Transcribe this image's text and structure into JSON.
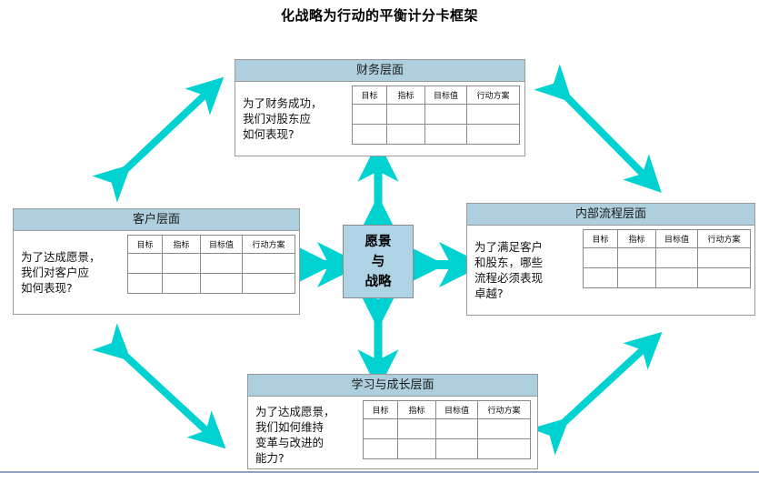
{
  "page": {
    "title": "化战略为行动的平衡计分卡框架",
    "accent_color": "#00d2d2",
    "header_fill": "#aed0de",
    "vision_fill": "#aed3e4",
    "border_color": "#9a9a9a",
    "divider_color": "#8fa4bf"
  },
  "center": {
    "name": "vision-and-strategy",
    "line1": "愿景",
    "line2": "与",
    "line3": "战略"
  },
  "table_headers": [
    "目标",
    "指标",
    "目标值",
    "行动方案"
  ],
  "table_empty_rows": 2,
  "perspectives": [
    {
      "id": "financial",
      "title": "财务层面",
      "question": "为了财务成功，\n我们对股东应\n如何表现?"
    },
    {
      "id": "customer",
      "title": "客户层面",
      "question": "为了达成愿景，\n我们对客户应\n如何表现?"
    },
    {
      "id": "internal",
      "title": "内部流程层面",
      "question": "为了满足客户\n和股东，哪些\n流程必须表现\n卓越?"
    },
    {
      "id": "learning",
      "title": "学习与成长层面",
      "question": "为了达成愿景，\n我们如何维持\n变革与改进的\n能力?"
    }
  ],
  "connectors": [
    {
      "name": "arrow-center-to-financial",
      "orientation": "vertical"
    },
    {
      "name": "arrow-center-to-learning",
      "orientation": "vertical"
    },
    {
      "name": "arrow-center-to-customer",
      "orientation": "horizontal"
    },
    {
      "name": "arrow-center-to-internal",
      "orientation": "horizontal"
    },
    {
      "name": "arrow-customer-to-financial",
      "orientation": "diagonal"
    },
    {
      "name": "arrow-financial-to-internal",
      "orientation": "diagonal"
    },
    {
      "name": "arrow-customer-to-learning",
      "orientation": "diagonal"
    },
    {
      "name": "arrow-learning-to-internal",
      "orientation": "diagonal"
    }
  ]
}
